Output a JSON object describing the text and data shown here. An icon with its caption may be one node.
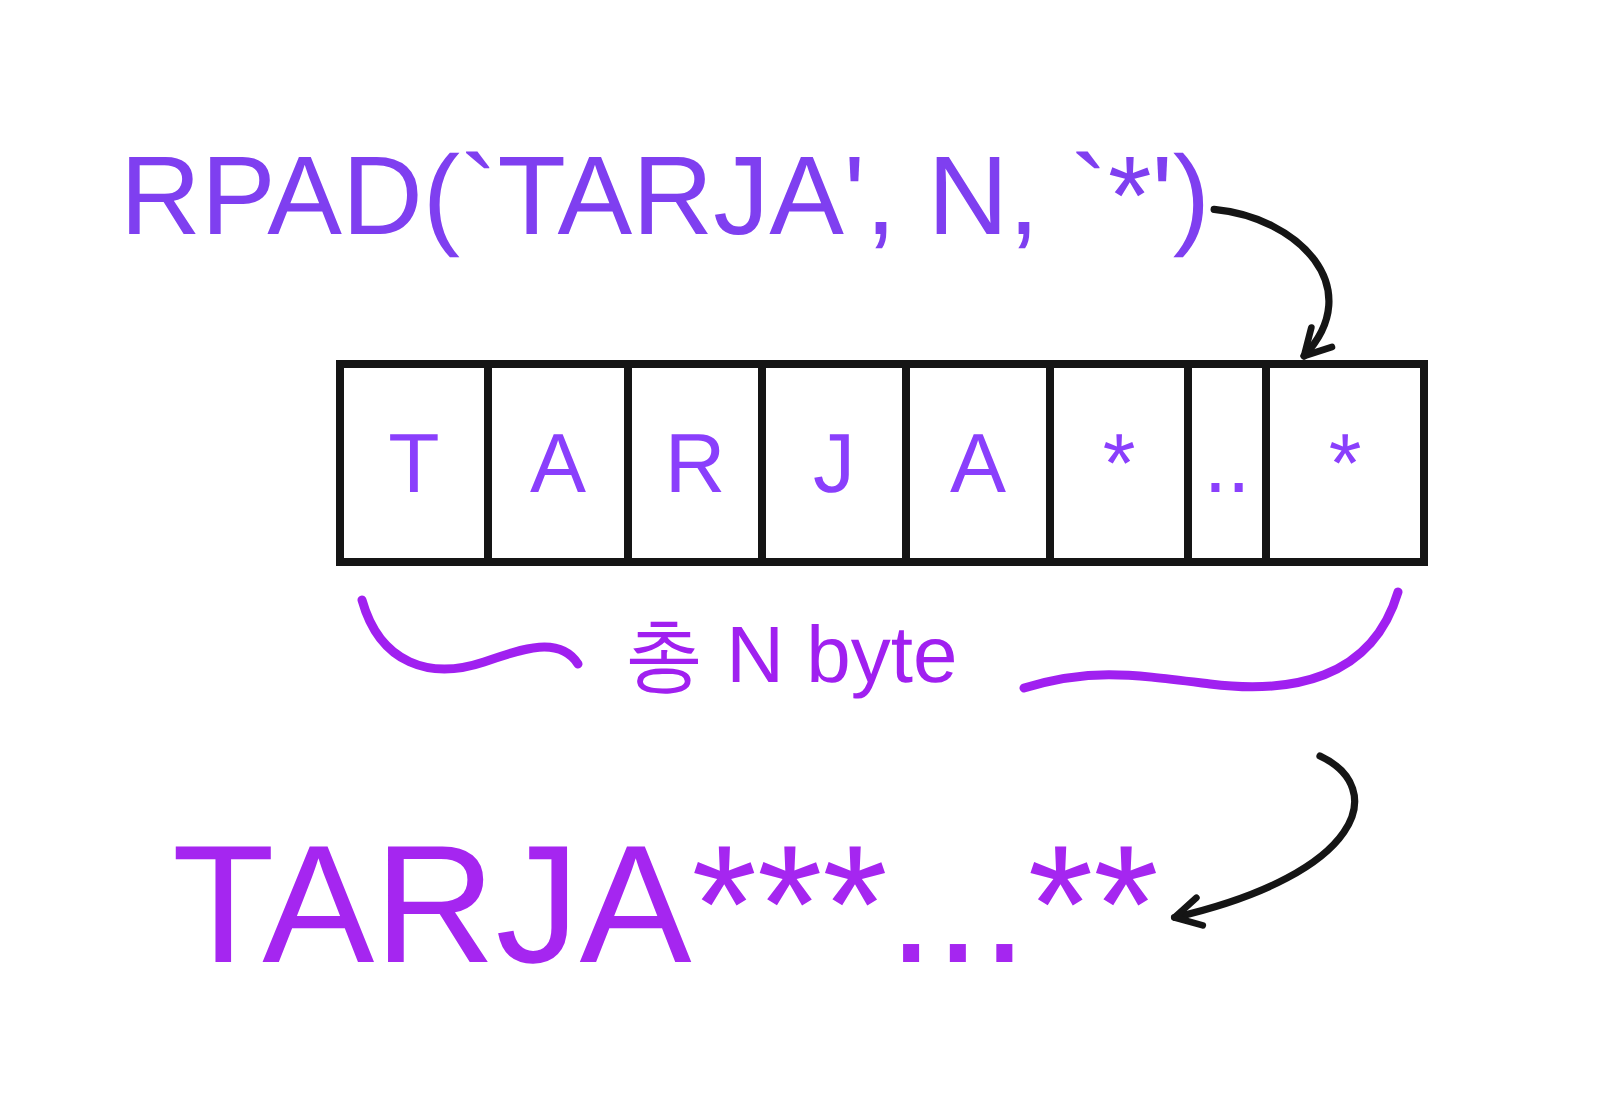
{
  "diagram": {
    "nodes": [
      {
        "text": [
          "RPAD(`TARJA', N, `*')"
        ]
      },
      {
        "text": [],
        "shape": "box"
      },
      {
        "text": [
          "T"
        ],
        "in": 1
      },
      {
        "text": [
          "A"
        ],
        "in": 1
      },
      {
        "text": [
          "R"
        ],
        "in": 1
      },
      {
        "text": [
          "J"
        ],
        "in": 1
      },
      {
        "text": [
          "A"
        ],
        "in": 1
      },
      {
        "text": [
          "*"
        ],
        "in": 1
      },
      {
        "text": [
          ".."
        ],
        "in": 1
      },
      {
        "text": [
          "*"
        ],
        "in": 1
      },
      {
        "text": [
          "TARJA***...**"
        ]
      }
    ],
    "edges": [
      {
        "from": 0,
        "to": 1,
        "arrow": "to"
      },
      {
        "from": null,
        "to": 10,
        "arrow": "to"
      }
    ],
    "labels": [
      "총 N byte"
    ]
  }
}
